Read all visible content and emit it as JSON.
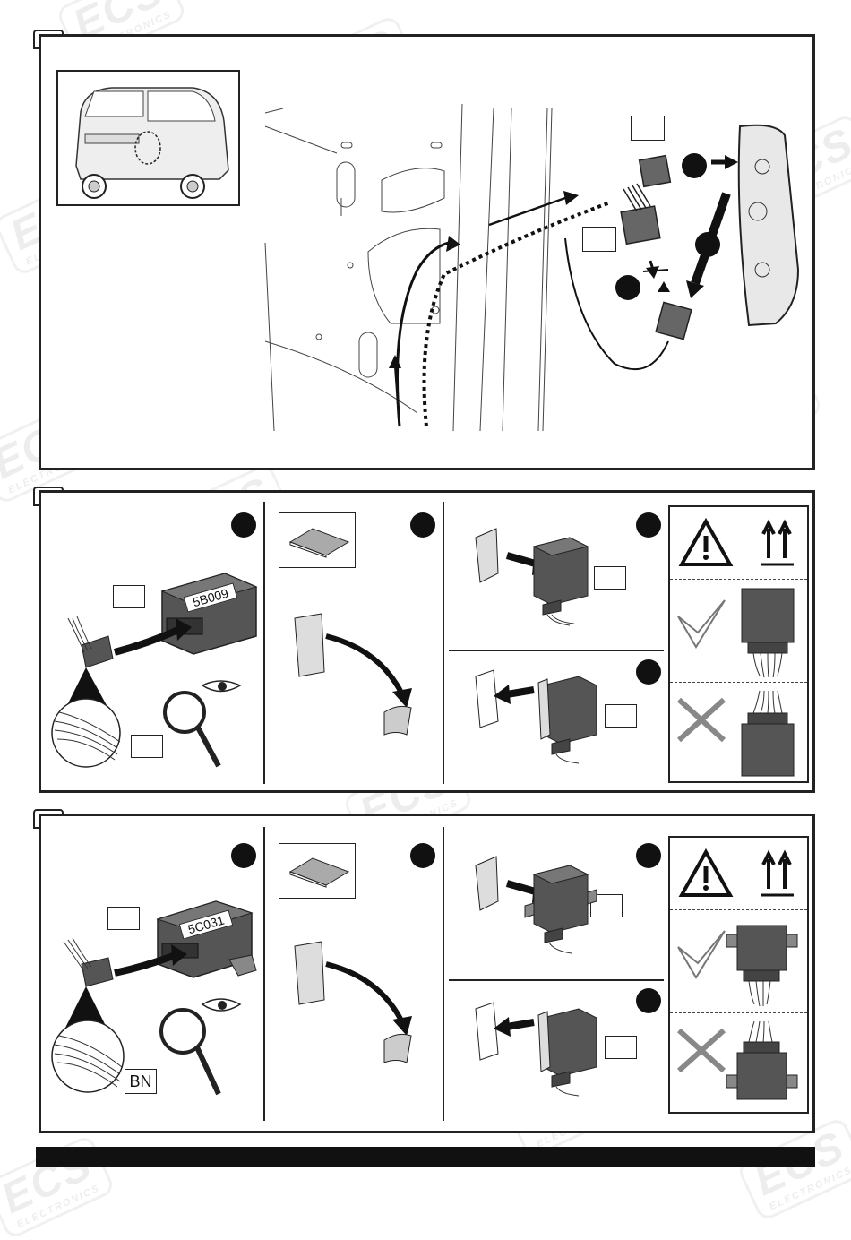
{
  "watermark": {
    "brand": "ECS",
    "subtitle": "ELECTRONICS"
  },
  "panel2": {
    "module_label": "5B009"
  },
  "panel3": {
    "module_label": "5C031",
    "wire_color_code": "BN"
  },
  "colors": {
    "frame": "#222222",
    "module_fill": "#555555",
    "footer": "#111111"
  },
  "icons": [
    "warning-triangle-icon",
    "this-way-up-icon",
    "checkmark-icon",
    "cross-icon",
    "magnifier-icon",
    "eye-icon"
  ]
}
